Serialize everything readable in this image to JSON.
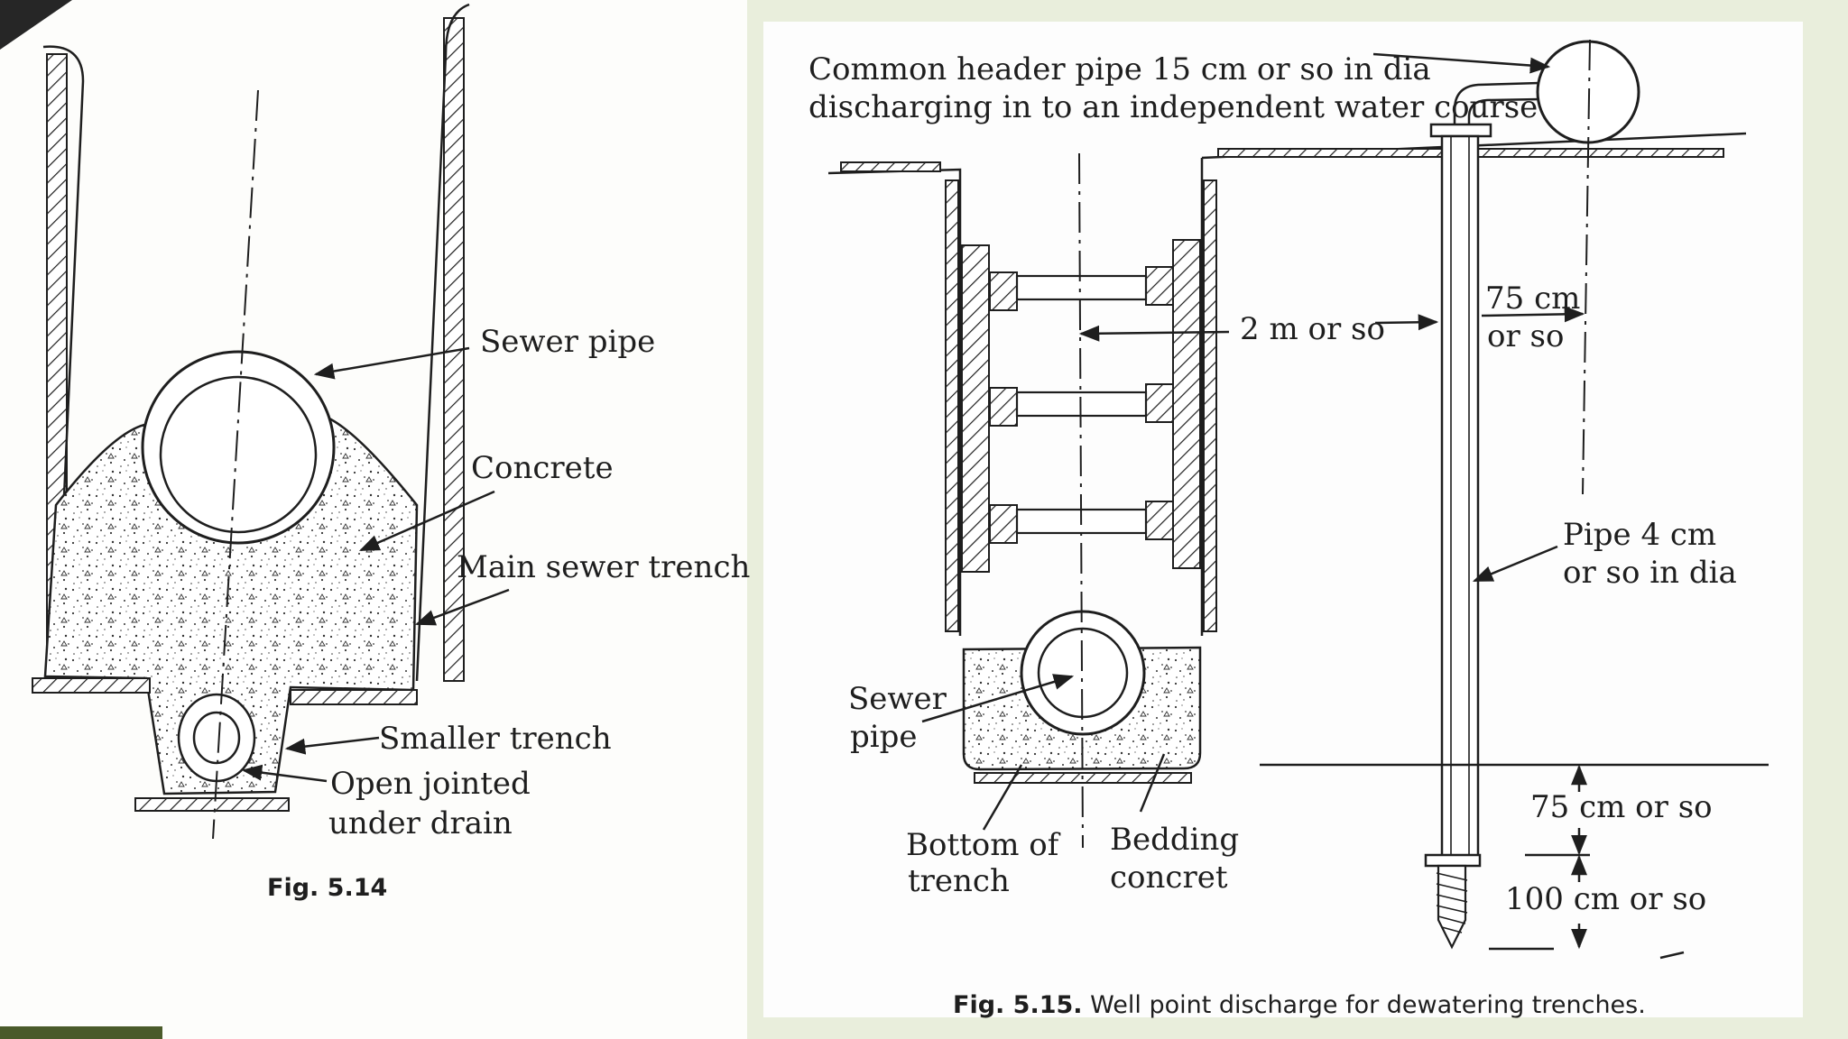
{
  "figure_left": {
    "labels": {
      "sewer_pipe": "Sewer pipe",
      "concrete": "Concrete",
      "main_sewer_trench": "Main sewer trench",
      "smaller_trench": "Smaller trench",
      "open_jointed_1": "Open jointed",
      "open_jointed_2": "under drain"
    },
    "caption": "Fig. 5.14"
  },
  "figure_right": {
    "labels": {
      "header_1": "Common header pipe 15 cm or so in dia",
      "header_2": "discharging in to an independent water course",
      "spacing": "2 m or so",
      "offset_1": "75 cm",
      "offset_2": "or so",
      "pipe_1": "Pipe 4 cm",
      "pipe_2": "or so in dia",
      "sewer_1": "Sewer",
      "sewer_2": "pipe",
      "bottom_1": "Bottom of",
      "bottom_2": "trench",
      "bedding_1": "Bedding",
      "bedding_2": "concret",
      "depth_1": "75 cm or so",
      "depth_2": "100 cm or so"
    },
    "caption_number": "Fig. 5.15.",
    "caption_text": " Well point discharge for dewatering trenches."
  }
}
